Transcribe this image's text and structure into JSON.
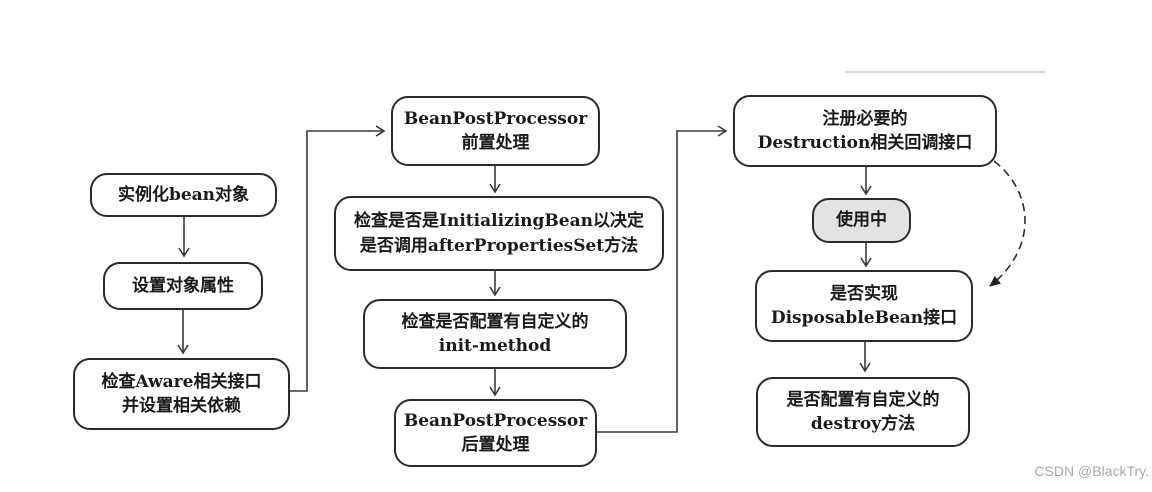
{
  "diagram": {
    "title_hint": "Spring bean lifecycle flowchart",
    "nodes": {
      "instantiate_bean": {
        "label": "实例化bean对象"
      },
      "set_properties": {
        "label": "设置对象属性"
      },
      "check_aware": {
        "label": "检查Aware相关接口\n并设置相关依赖"
      },
      "bpp_before": {
        "label": "BeanPostProcessor\n前置处理"
      },
      "check_initializing_bean": {
        "label": "检查是否是InitializingBean以决定\n是否调用afterPropertiesSet方法"
      },
      "check_init_method": {
        "label": "检查是否配置有自定义的\ninit-method"
      },
      "bpp_after": {
        "label": "BeanPostProcessor\n后置处理"
      },
      "register_destruction": {
        "label": "注册必要的\nDestruction相关回调接口"
      },
      "in_use": {
        "label": "使用中"
      },
      "check_disposable": {
        "label": "是否实现\nDisposableBean接口"
      },
      "check_destroy": {
        "label": "是否配置有自定义的\ndestroy方法"
      }
    },
    "colors": {
      "node_border": "#2b2b2b",
      "node_fill": "#ffffff",
      "in_use_fill": "#e3e3e3",
      "arrow": "#3a3a3a",
      "faint_line": "#cccccc"
    }
  },
  "watermark": {
    "text": "CSDN @BlackTry."
  }
}
